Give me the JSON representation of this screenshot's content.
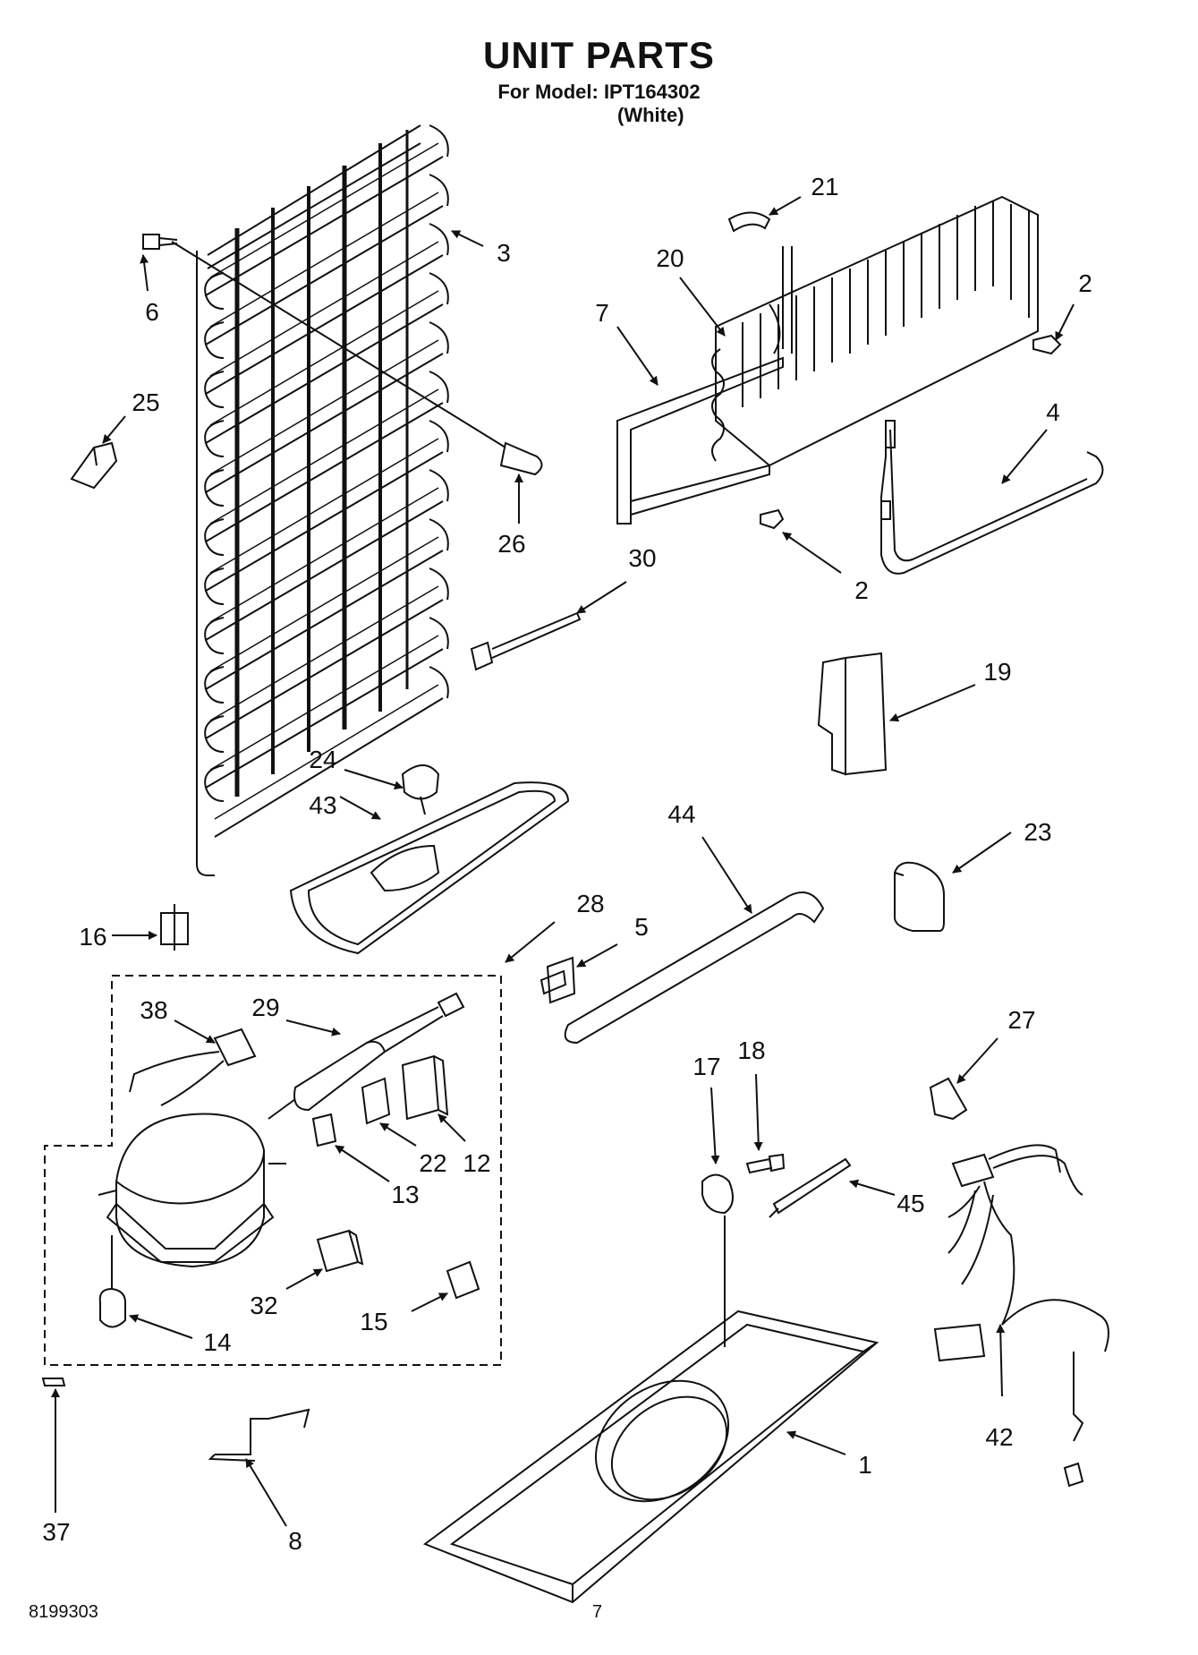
{
  "header": {
    "title": "UNIT PARTS",
    "model_line": "For Model: IPT164302",
    "variant": "(White)"
  },
  "footer": {
    "code": "8199303",
    "page": "7"
  },
  "callouts": {
    "c1": "1",
    "c2a": "2",
    "c2b": "2",
    "c3": "3",
    "c4": "4",
    "c5": "5",
    "c6": "6",
    "c7": "7",
    "c8": "8",
    "c12": "12",
    "c13": "13",
    "c14": "14",
    "c15": "15",
    "c16": "16",
    "c17": "17",
    "c18": "18",
    "c19": "19",
    "c20": "20",
    "c21": "21",
    "c22": "22",
    "c23": "23",
    "c24": "24",
    "c25": "25",
    "c26": "26",
    "c27": "27",
    "c28": "28",
    "c29": "29",
    "c30": "30",
    "c32": "32",
    "c37": "37",
    "c38": "38",
    "c42": "42",
    "c43": "43",
    "c44": "44",
    "c45": "45"
  }
}
